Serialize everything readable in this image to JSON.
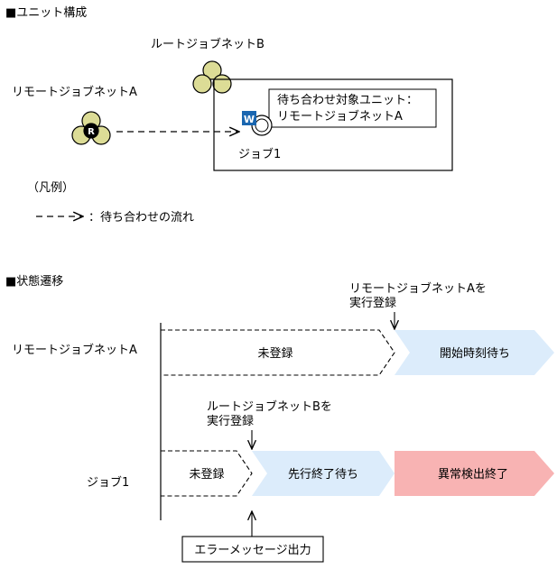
{
  "unit_section": {
    "heading": "■ユニット構成",
    "root_net_label": "ルートジョブネットB",
    "remote_net_label": "リモートジョブネットA",
    "remote_badge": "R",
    "job_badge": "W",
    "job_label": "ジョブ1",
    "callout_line1": "待ち合わせ対象ユニット：",
    "callout_line2": "リモートジョブネットA",
    "legend_title": "（凡例）",
    "legend_text": "：待ち合わせの流れ"
  },
  "state_section": {
    "heading": "■状態遷移",
    "row1_label": "リモートジョブネットA",
    "row2_label": "ジョブ1",
    "annotation1_line1": "リモートジョブネットAを",
    "annotation1_line2": "実行登録",
    "annotation2_line1": "ルートジョブネットBを",
    "annotation2_line2": "実行登録",
    "row1_state1": "未登録",
    "row1_state2": "開始時刻待ち",
    "row2_state1": "未登録",
    "row2_state2": "先行終了待ち",
    "row2_state3": "異常検出終了",
    "error_box": "エラーメッセージ出力"
  },
  "colors": {
    "wait_fill": "#dcecfb",
    "error_fill": "#f8b3b3",
    "node_fill": "#dcdc96",
    "badge_blue": "#1a66b0"
  }
}
